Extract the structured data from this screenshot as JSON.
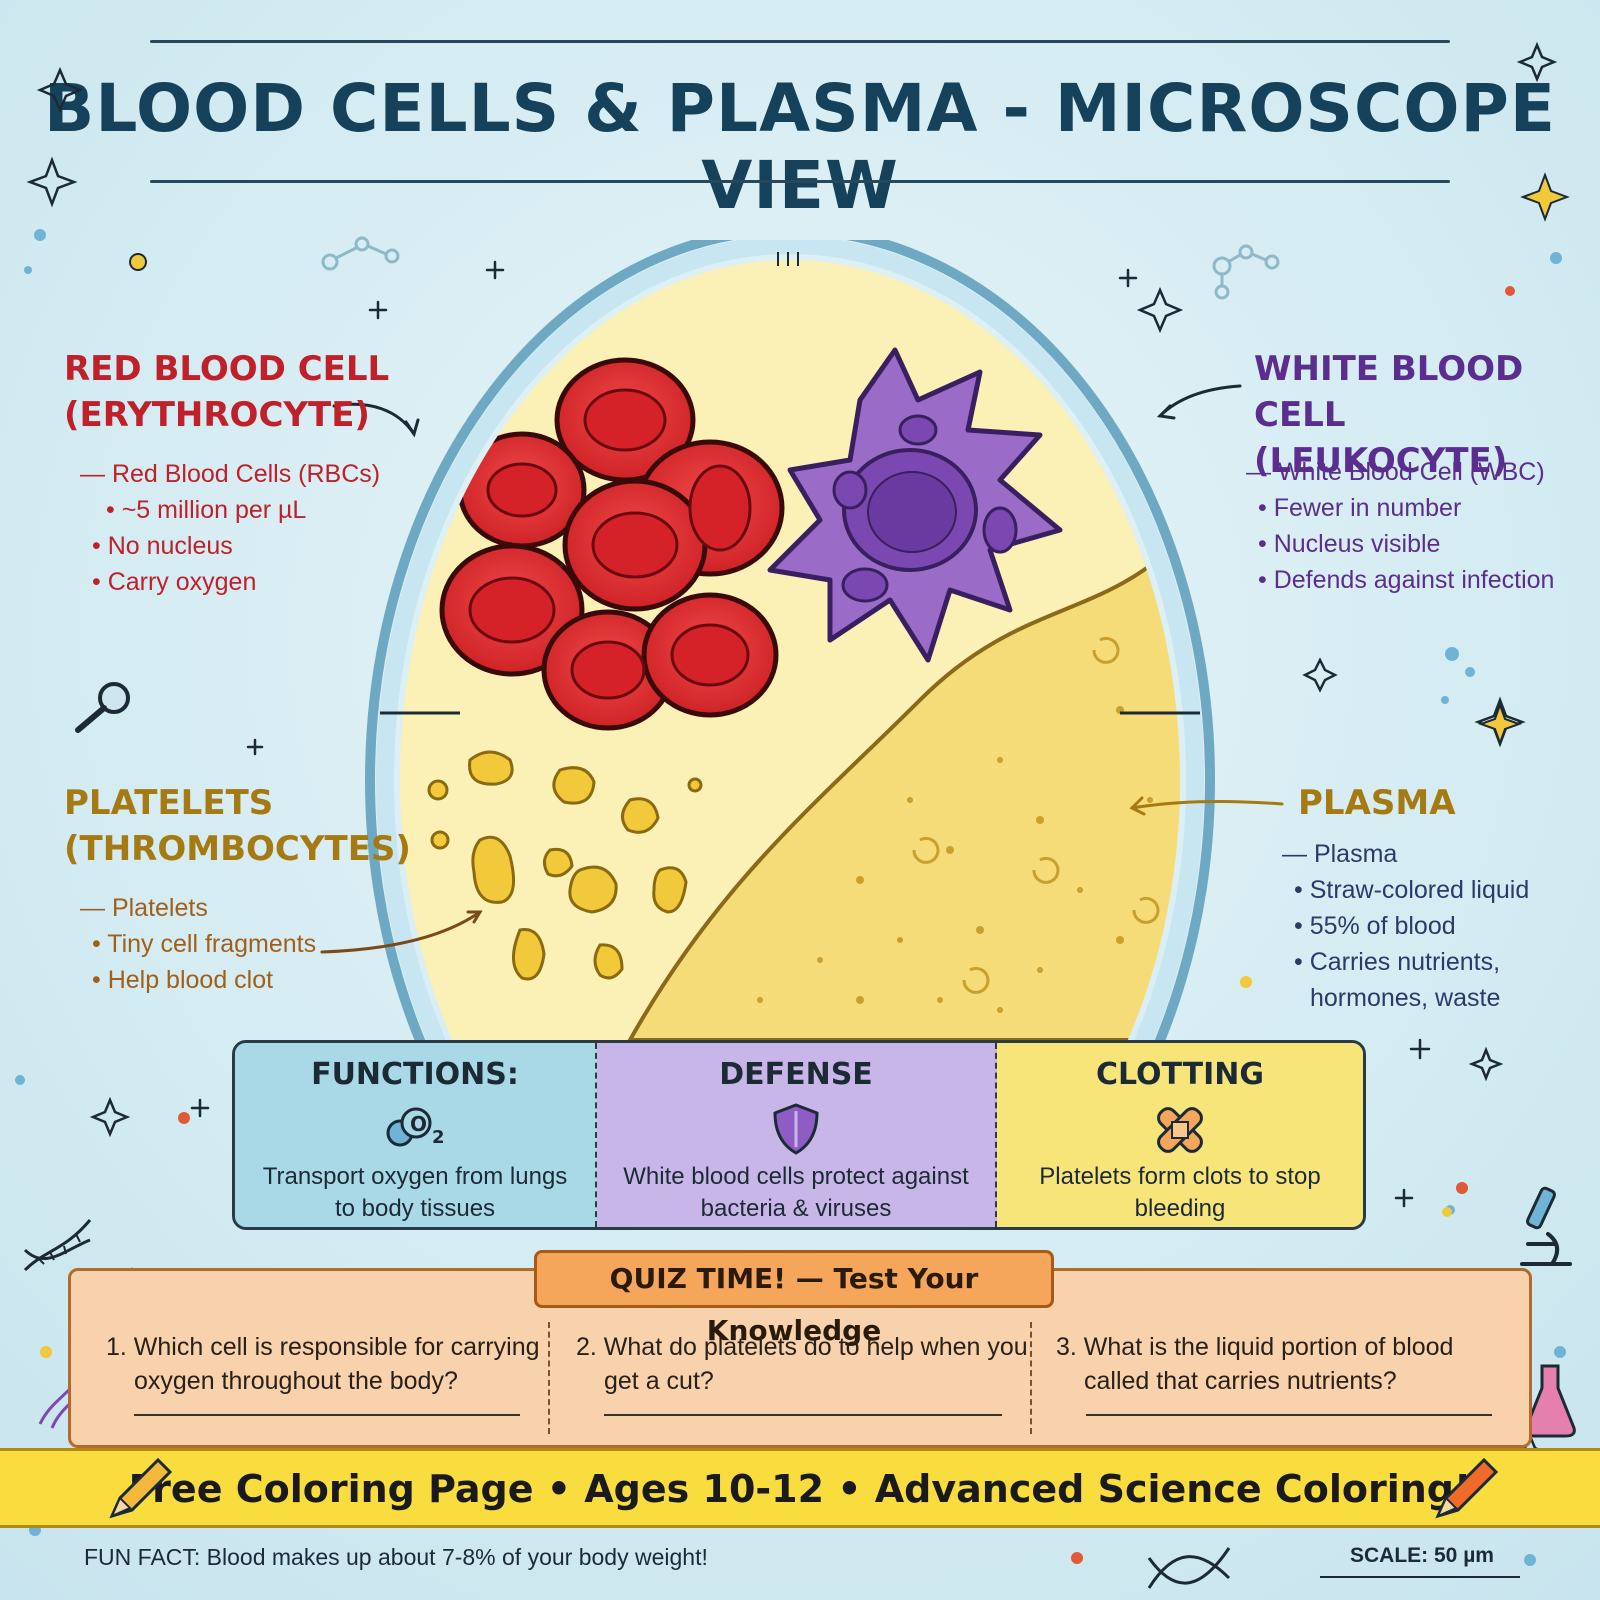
{
  "title": "BLOOD CELLS & PLASMA - MICROSCOPE VIEW",
  "red_cell": {
    "heading_line1": "RED BLOOD CELL",
    "heading_line2": "(ERYTHROCYTE)",
    "items": [
      "— Red Blood Cells (RBCs)",
      "• ~5 million per µL",
      "• No nucleus",
      "• Carry oxygen"
    ]
  },
  "white_cell": {
    "heading_line1": "WHITE BLOOD CELL",
    "heading_line2": "(LEUKOCYTE)",
    "items": [
      "— White Blood Cell (WBC)",
      "• Fewer in number",
      "• Nucleus visible",
      "• Defends against infection"
    ]
  },
  "platelets": {
    "heading_line1": "PLATELETS",
    "heading_line2": "(THROMBOCYTES)",
    "items": [
      "— Platelets",
      "• Tiny cell fragments",
      "• Help blood clot"
    ]
  },
  "plasma": {
    "heading": "PLASMA",
    "items": [
      "— Plasma",
      "• Straw-colored liquid",
      "• 55% of blood",
      "• Carries nutrients,",
      "hormones, waste"
    ]
  },
  "panel": {
    "functions": {
      "heading": "FUNCTIONS:",
      "icon_label": "O",
      "icon_sub": "2",
      "text_line1": "Transport oxygen from lungs",
      "text_line2": "to body tissues",
      "color": "#a9d8e6"
    },
    "defense": {
      "heading": "DEFENSE",
      "text_line1": "White blood cells protect against",
      "text_line2": "bacteria & viruses",
      "color": "#c9b6e8"
    },
    "clotting": {
      "heading": "CLOTTING",
      "text_line1": "Platelets form clots to stop",
      "text_line2": "bleeding",
      "color": "#f8e57a"
    }
  },
  "quiz": {
    "title": "QUIZ TIME! — Test Your Knowledge",
    "questions": [
      {
        "line1": "1. Which cell is responsible for carrying",
        "line2": "oxygen throughout the body?"
      },
      {
        "line1": "2. What do platelets do to help when you",
        "line2": "get a cut?"
      },
      {
        "line1": "3. What is the liquid portion of blood",
        "line2": "called that carries nutrients?"
      }
    ]
  },
  "banner": "Free Coloring Page • Ages 10-12 • Advanced Science Coloring!",
  "fun_fact": "FUN FACT: Blood makes up about 7-8% of your body weight!",
  "scale": "SCALE: 50 µm",
  "icons": [
    "star-icon",
    "molecule-icon",
    "magnifier-icon",
    "dna-icon",
    "microscope-icon",
    "flask-icon",
    "pencil-icon",
    "shield-icon",
    "bandage-icon",
    "oxygen-icon"
  ],
  "colors": {
    "red_cell": "#e02a2e",
    "white_cell": "#9a6cc8",
    "platelet": "#f2c93a",
    "plasma": "#f6e8a0",
    "title": "#15415a"
  }
}
